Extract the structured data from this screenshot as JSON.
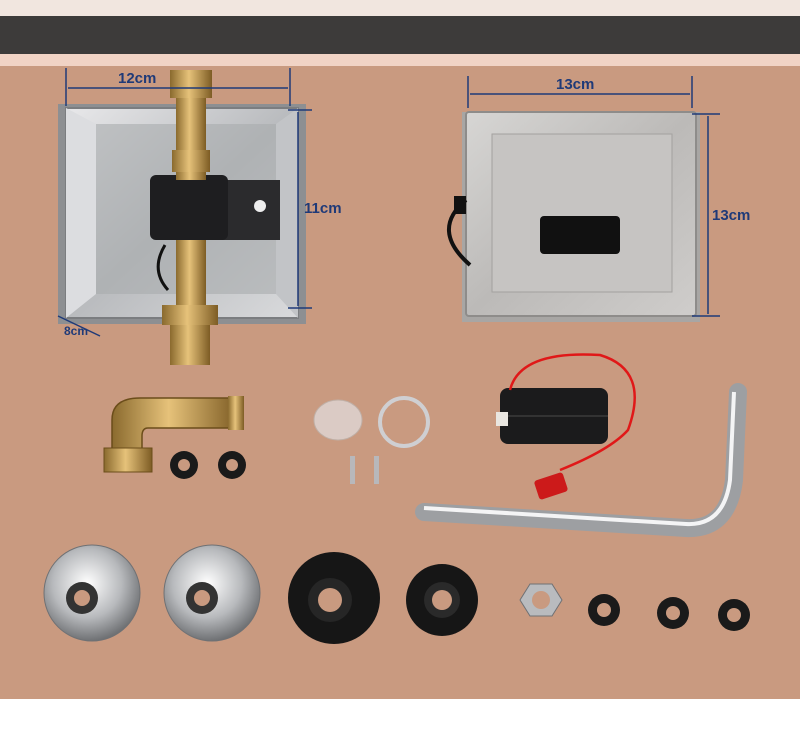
{
  "image": {
    "subject": "automatic urinal flush valve kit parts laid out",
    "background_color": "#c99a80",
    "dimension_line_color": "#1f3a78"
  },
  "dimensions": {
    "box_width": "12cm",
    "box_height": "11cm",
    "box_depth": "8cm",
    "panel_width": "13cm",
    "panel_height": "13cm"
  }
}
